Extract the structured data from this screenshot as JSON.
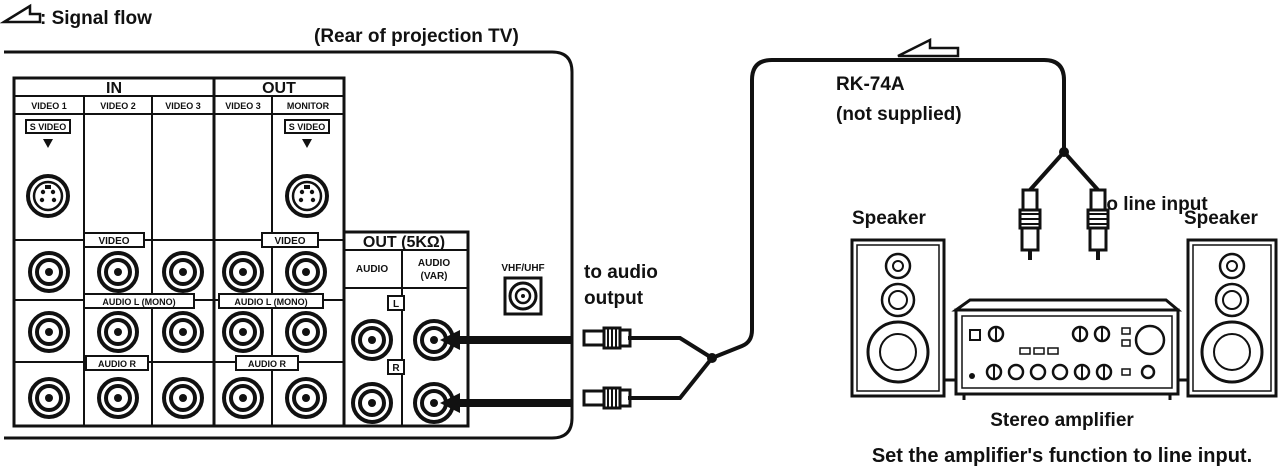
{
  "legend": {
    "signal_flow": ": Signal flow"
  },
  "tv": {
    "title": "(Rear of projection TV)",
    "in_label": "IN",
    "out_label": "OUT",
    "columns": [
      "VIDEO 1",
      "VIDEO 2",
      "VIDEO 3",
      "VIDEO 3",
      "MONITOR"
    ],
    "s_video": "S VIDEO",
    "video_row": "VIDEO",
    "audio_l_mono": "AUDIO L (MONO)",
    "audio_r": "AUDIO R",
    "out_5k": "OUT (5KΩ)",
    "audio": "AUDIO",
    "audio_var": "AUDIO\n(VAR)",
    "audio_var_line1": "AUDIO",
    "audio_var_line2": "(VAR)",
    "l": "L",
    "r": "R",
    "vhf_uhf": "VHF/UHF"
  },
  "labels": {
    "to_audio_output_1": "to audio",
    "to_audio_output_2": "output",
    "cable_model": "RK-74A",
    "cable_note": "(not supplied)",
    "to_line_input": "to line input",
    "speaker_left": "Speaker",
    "speaker_right": "Speaker",
    "amplifier": "Stereo amplifier",
    "instruction": "Set the amplifier's function to line input."
  },
  "icons": [
    "signal-flow-arrow-icon",
    "rca-plug-icon",
    "s-video-jack-icon",
    "rca-jack-icon",
    "coax-jack-icon",
    "speaker-icon",
    "amplifier-icon"
  ]
}
